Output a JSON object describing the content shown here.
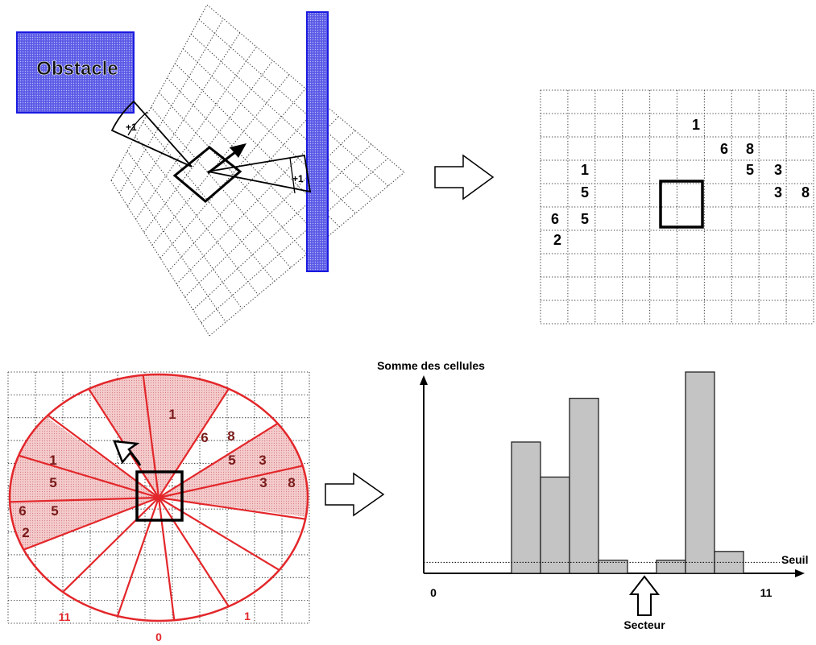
{
  "colors": {
    "grid": "#444444",
    "obstacle_fill": "#5a5ae6",
    "obstacle_stroke": "#1a1ae0",
    "sector": "#e3272b",
    "sector_fill": "#f1bfc0",
    "sector_text": "#7a1a1a",
    "bar_fill": "#c4c4c4",
    "ink": "#000000"
  },
  "panel_a": {
    "obstacle_label": "Obstacle",
    "beam_label_upper": "+1",
    "beam_label_right": "+1"
  },
  "panel_b": {
    "cells": [
      {
        "label": "1"
      },
      {
        "label": "6"
      },
      {
        "label": "8"
      },
      {
        "label": "1"
      },
      {
        "label": "5"
      },
      {
        "label": "3"
      },
      {
        "label": "5"
      },
      {
        "label": "3"
      },
      {
        "label": "8"
      },
      {
        "label": "6"
      },
      {
        "label": "5"
      },
      {
        "label": "2"
      }
    ]
  },
  "panel_c": {
    "sector_label_left": "11",
    "sector_label_bottom": "0",
    "sector_label_right": "1"
  },
  "panel_d": {
    "chart_data": {
      "type": "bar",
      "ylabel": "Somme des cellules",
      "xlabel": "",
      "x_start_label": "0",
      "x_end_label": "11",
      "threshold_label": "Seuil",
      "selected_label": "Secteur",
      "bars": [
        {
          "value": 0
        },
        {
          "value": 0
        },
        {
          "value": 0
        },
        {
          "value": 0
        },
        {
          "value": 30
        },
        {
          "value": 22
        },
        {
          "value": 40
        },
        {
          "value": 3
        },
        {
          "value": 0
        },
        {
          "value": 3
        },
        {
          "value": 46
        },
        {
          "value": 5
        }
      ],
      "threshold": 2.5,
      "selected_sector": 8,
      "grid": false
    }
  }
}
